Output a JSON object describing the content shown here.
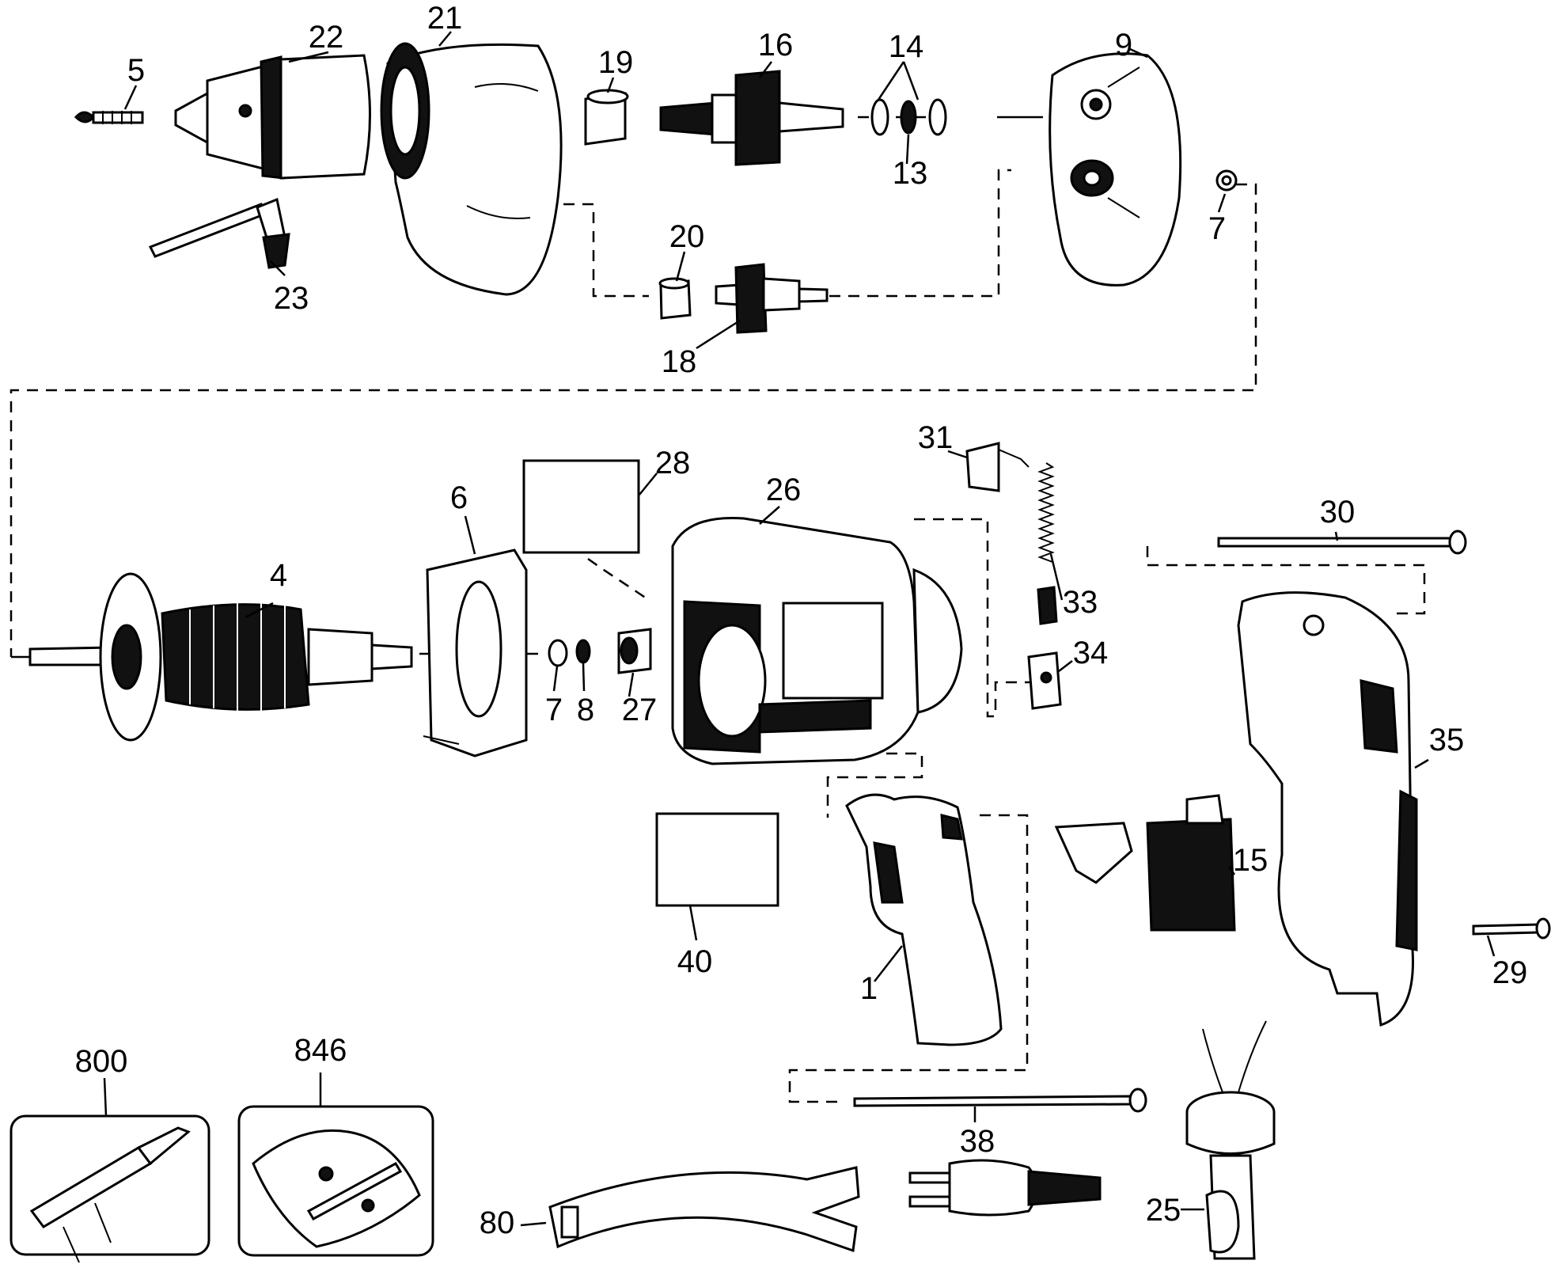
{
  "diagram": {
    "type": "exploded-parts-diagram",
    "callouts": [
      "5",
      "22",
      "21",
      "19",
      "16",
      "14",
      "13",
      "9",
      "7",
      "23",
      "20",
      "18",
      "28",
      "6",
      "26",
      "31",
      "33",
      "34",
      "30",
      "4",
      "7",
      "8",
      "27",
      "35",
      "15",
      "40",
      "1",
      "29",
      "800",
      "846",
      "38",
      "25",
      "80"
    ]
  }
}
